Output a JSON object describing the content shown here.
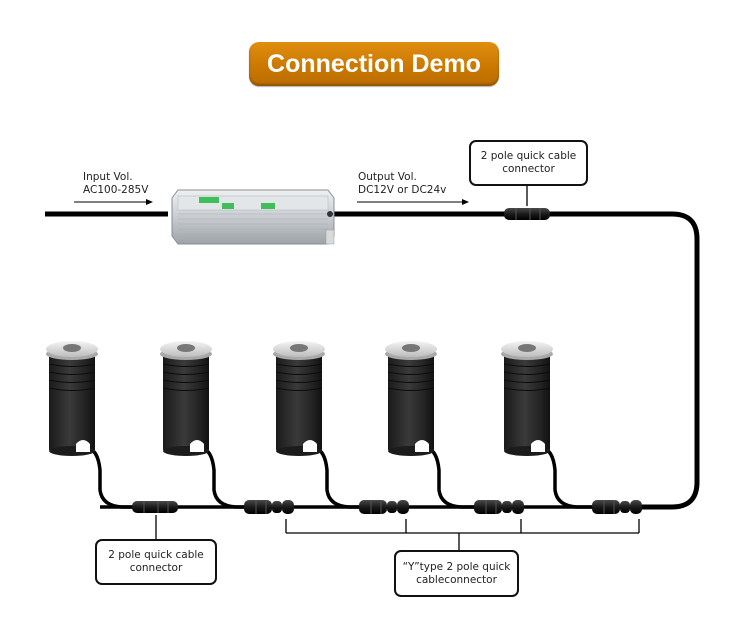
{
  "title": "Connection Demo",
  "input": {
    "line1": "Input Vol.",
    "line2": "AC100-285V"
  },
  "output": {
    "line1": "Output Vol.",
    "line2": "DC12V or DC24v"
  },
  "callouts": {
    "top_connector": {
      "line1": "2 pole quick cable",
      "line2": "connector"
    },
    "bottom_connector": {
      "line1": "2 pole quick cable",
      "line2": "connector"
    },
    "y_connector": {
      "line1": "“Y”type 2 pole quick",
      "line2": "cableconnector"
    }
  },
  "components": {
    "driver": "power-supply-driver",
    "light_count": 5,
    "y_connector_count": 4
  },
  "colors": {
    "title_bg": "#c97700",
    "cable": "#000000",
    "driver_body": "#c8ccd0",
    "driver_label_green": "#3fbf5a",
    "light_body": "#2a2a2a",
    "light_cap": "#e6e6e6"
  }
}
